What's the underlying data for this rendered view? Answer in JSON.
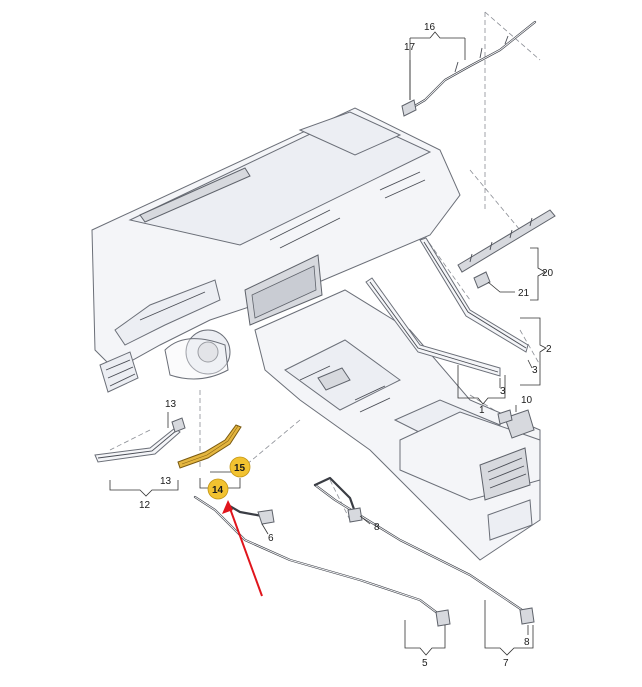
{
  "callouts": {
    "p1": "1",
    "p2": "2",
    "p3a": "3",
    "p3b": "3",
    "p5": "5",
    "p6": "6",
    "p7": "7",
    "p8a": "8",
    "p8b": "8",
    "p10": "10",
    "p12": "12",
    "p13a": "13",
    "p13b": "13",
    "p14": "14",
    "p15": "15",
    "p16": "16",
    "p17": "17",
    "p20": "20",
    "p21": "21"
  },
  "colors": {
    "highlight_badge": "#f2c230",
    "highlight_part": "#d9a520",
    "arrow": "#e0151c",
    "line": "#4a4d55"
  }
}
